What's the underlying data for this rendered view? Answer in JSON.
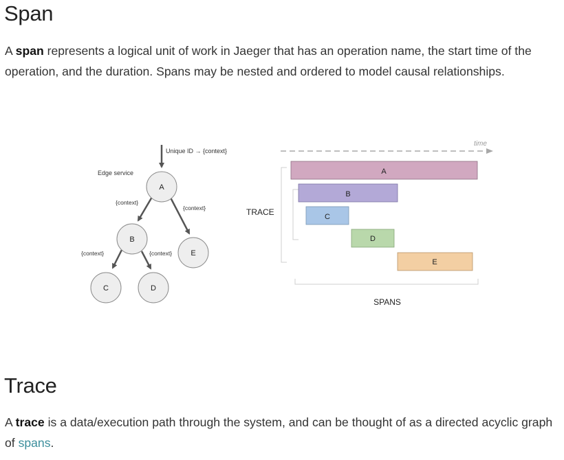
{
  "span": {
    "heading": "Span",
    "p_before": "A ",
    "p_bold": "span",
    "p_after": " represents a logical unit of work in Jaeger that has an operation name, the start time of the operation, and the duration. Spans may be nested and ordered to model causal relationships."
  },
  "diagram": {
    "tree": {
      "top_label": "Unique ID → {context}",
      "edge_service_label": "Edge service",
      "context_label": "{context}",
      "nodes": {
        "a": "A",
        "b": "B",
        "c": "C",
        "d": "D",
        "e": "E"
      }
    },
    "timeline": {
      "time_label": "time",
      "trace_label": "TRACE",
      "spans_label": "SPANS",
      "bars": {
        "a": "A",
        "b": "B",
        "c": "C",
        "d": "D",
        "e": "E"
      }
    },
    "colors": {
      "bar_a": "#d1a8c0",
      "bar_b": "#b3a9d7",
      "bar_c": "#a9c6e7",
      "bar_d": "#b9d8ab",
      "bar_e": "#f3cfa3",
      "node_fill": "#eeeeee",
      "node_stroke": "#8a8a8a",
      "edge": "#555555",
      "bracket": "#cfcfcf"
    }
  },
  "trace": {
    "heading": "Trace",
    "p_before": "A ",
    "p_bold": "trace",
    "p_middle": " is a data/execution path through the system, and can be thought of as a directed acyclic graph of ",
    "p_link": "spans",
    "p_after": "."
  }
}
